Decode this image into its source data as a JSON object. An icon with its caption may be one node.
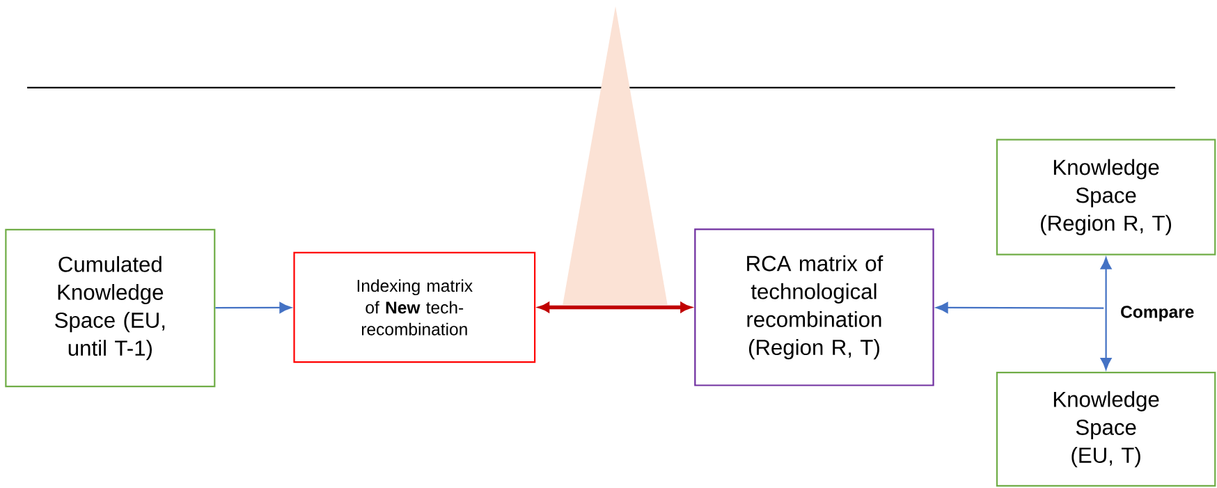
{
  "diagram": {
    "nodes": [
      {
        "text": [
          "Cumulated Knowledge Space (EU, until T-1)"
        ]
      },
      {
        "text": [
          "Indexing matrix of **New** tech-recombination"
        ]
      },
      {
        "text": [
          "RCA matrix of technological recombination (Region R, T)"
        ]
      },
      {
        "text": [
          "Knowledge Space (Region R, T)"
        ]
      },
      {
        "text": [
          "Knowledge Space (EU, T)"
        ]
      }
    ],
    "edges": [
      {
        "from": 0,
        "to": 1,
        "arrow": "to"
      },
      {
        "from": 1,
        "to": 2,
        "arrow": "both",
        "style": "thick",
        "color": "#c00000"
      },
      {
        "from": 3,
        "to": 4,
        "arrow": "both",
        "label": "Compare"
      },
      {
        "from": null,
        "to": 2,
        "arrow": "to"
      }
    ]
  }
}
